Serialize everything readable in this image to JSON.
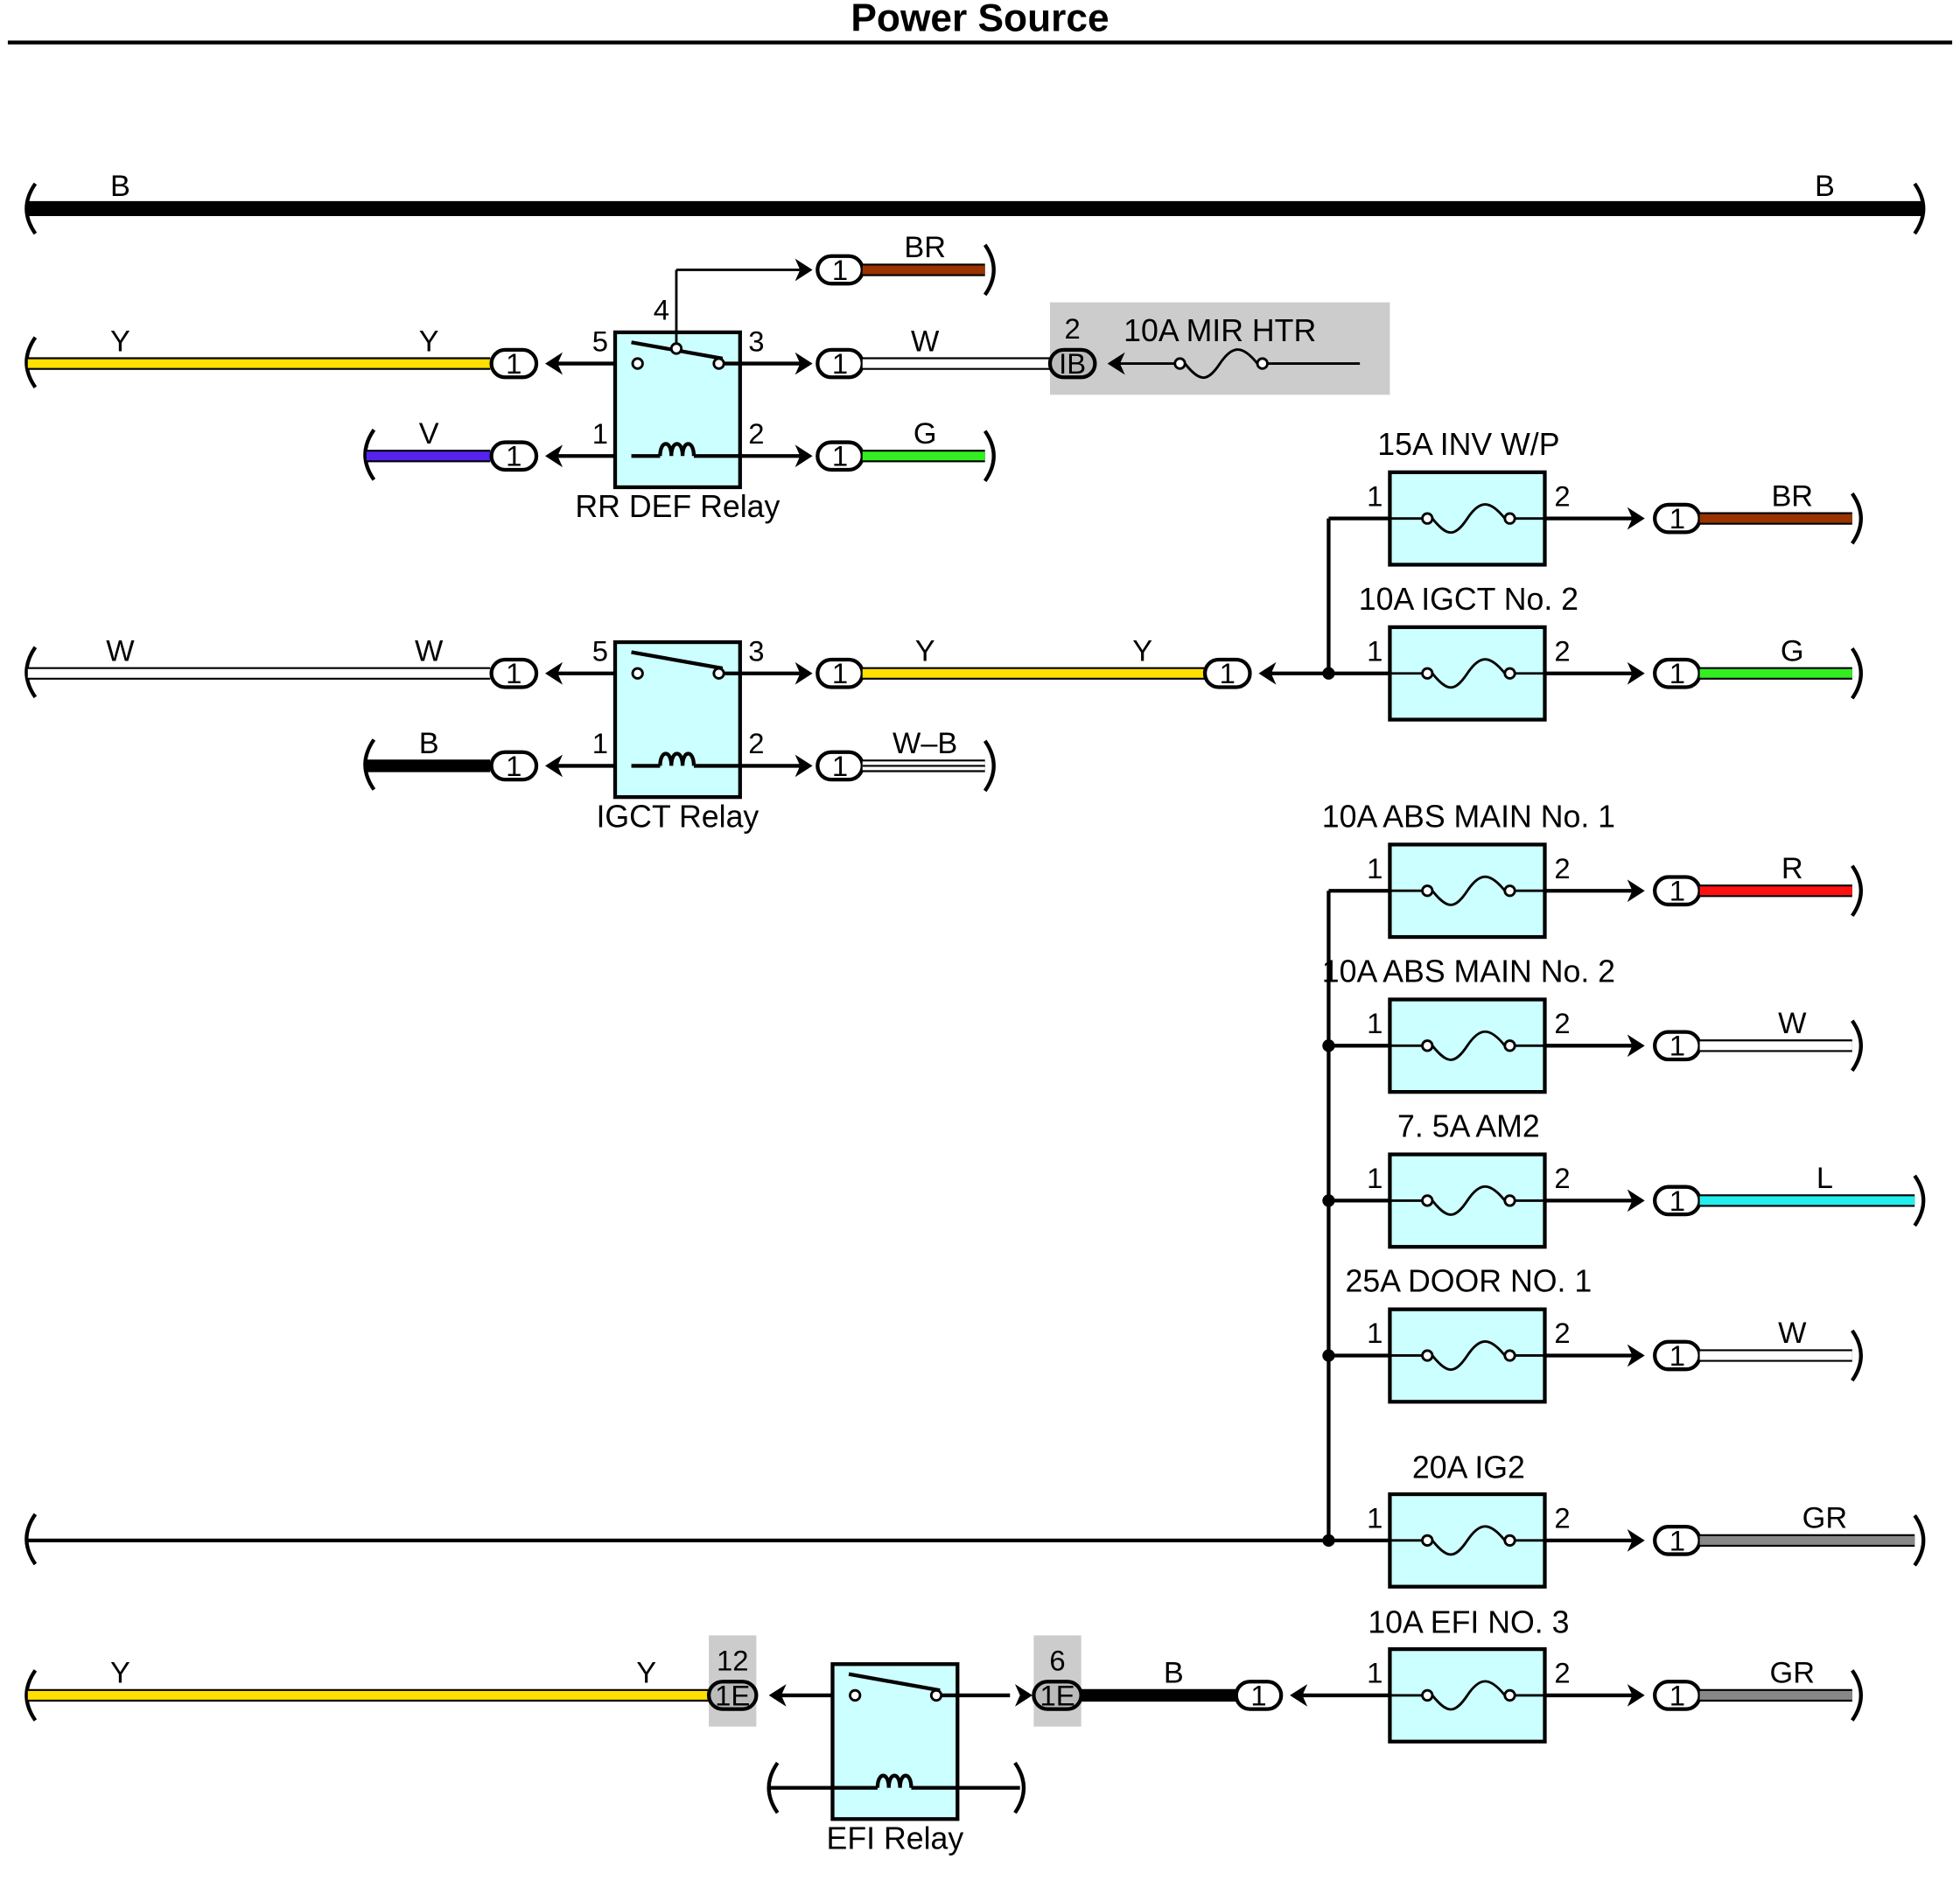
{
  "title": "Power Source",
  "colors": {
    "B": "#000000",
    "Y": "#ffe000",
    "BR": "#993300",
    "W": "#ffffff",
    "V": "#5522ee",
    "G": "#33ee22",
    "R": "#ff1111",
    "L": "#22eeee",
    "GR": "#888888",
    "relay_fill": "#ccffff",
    "shade": "#cccccc"
  },
  "bus": {
    "left_label": "B",
    "right_label": "B"
  },
  "rr_def_relay": {
    "name": "RR DEF Relay",
    "pins": {
      "p1": "1",
      "p2": "2",
      "p3": "3",
      "p4": "4",
      "p5": "5"
    },
    "wires": {
      "pin5_left": "Y",
      "pin5_right": "Y",
      "pin1": "V",
      "pin4": "BR",
      "pin3": "W",
      "pin2": "G"
    }
  },
  "mir_htr": {
    "name": "10A MIR HTR",
    "connector": "IB",
    "pin": "2"
  },
  "igct_relay": {
    "name": "IGCT Relay",
    "pins": {
      "p1": "1",
      "p2": "2",
      "p3": "3",
      "p5": "5"
    },
    "wires": {
      "pin5_left": "W",
      "pin5_right": "W",
      "pin1": "B",
      "pin3_left": "Y",
      "pin3_right": "Y",
      "pin2": "W–B"
    }
  },
  "fuses": [
    {
      "name": "15A INV W/P",
      "pin_in": "1",
      "pin_out": "2",
      "wire": "BR"
    },
    {
      "name": "10A IGCT No. 2",
      "pin_in": "1",
      "pin_out": "2",
      "wire": "G"
    },
    {
      "name": "10A ABS MAIN No. 1",
      "pin_in": "1",
      "pin_out": "2",
      "wire": "R"
    },
    {
      "name": "10A ABS MAIN No. 2",
      "pin_in": "1",
      "pin_out": "2",
      "wire": "W"
    },
    {
      "name": "7. 5A AM2",
      "pin_in": "1",
      "pin_out": "2",
      "wire": "L"
    },
    {
      "name": "25A DOOR NO. 1",
      "pin_in": "1",
      "pin_out": "2",
      "wire": "W"
    },
    {
      "name": "20A IG2",
      "pin_in": "1",
      "pin_out": "2",
      "wire": "GR"
    },
    {
      "name": "10A EFI NO. 3",
      "pin_in": "1",
      "pin_out": "2",
      "wire": "GR"
    }
  ],
  "efi_relay": {
    "name": "EFI Relay",
    "left_connector": {
      "code": "1E",
      "pin": "12"
    },
    "right_connector": {
      "code": "1E",
      "pin": "6"
    },
    "wires": {
      "left_a": "Y",
      "left_b": "Y",
      "right": "B"
    }
  },
  "connector_pin": "1"
}
